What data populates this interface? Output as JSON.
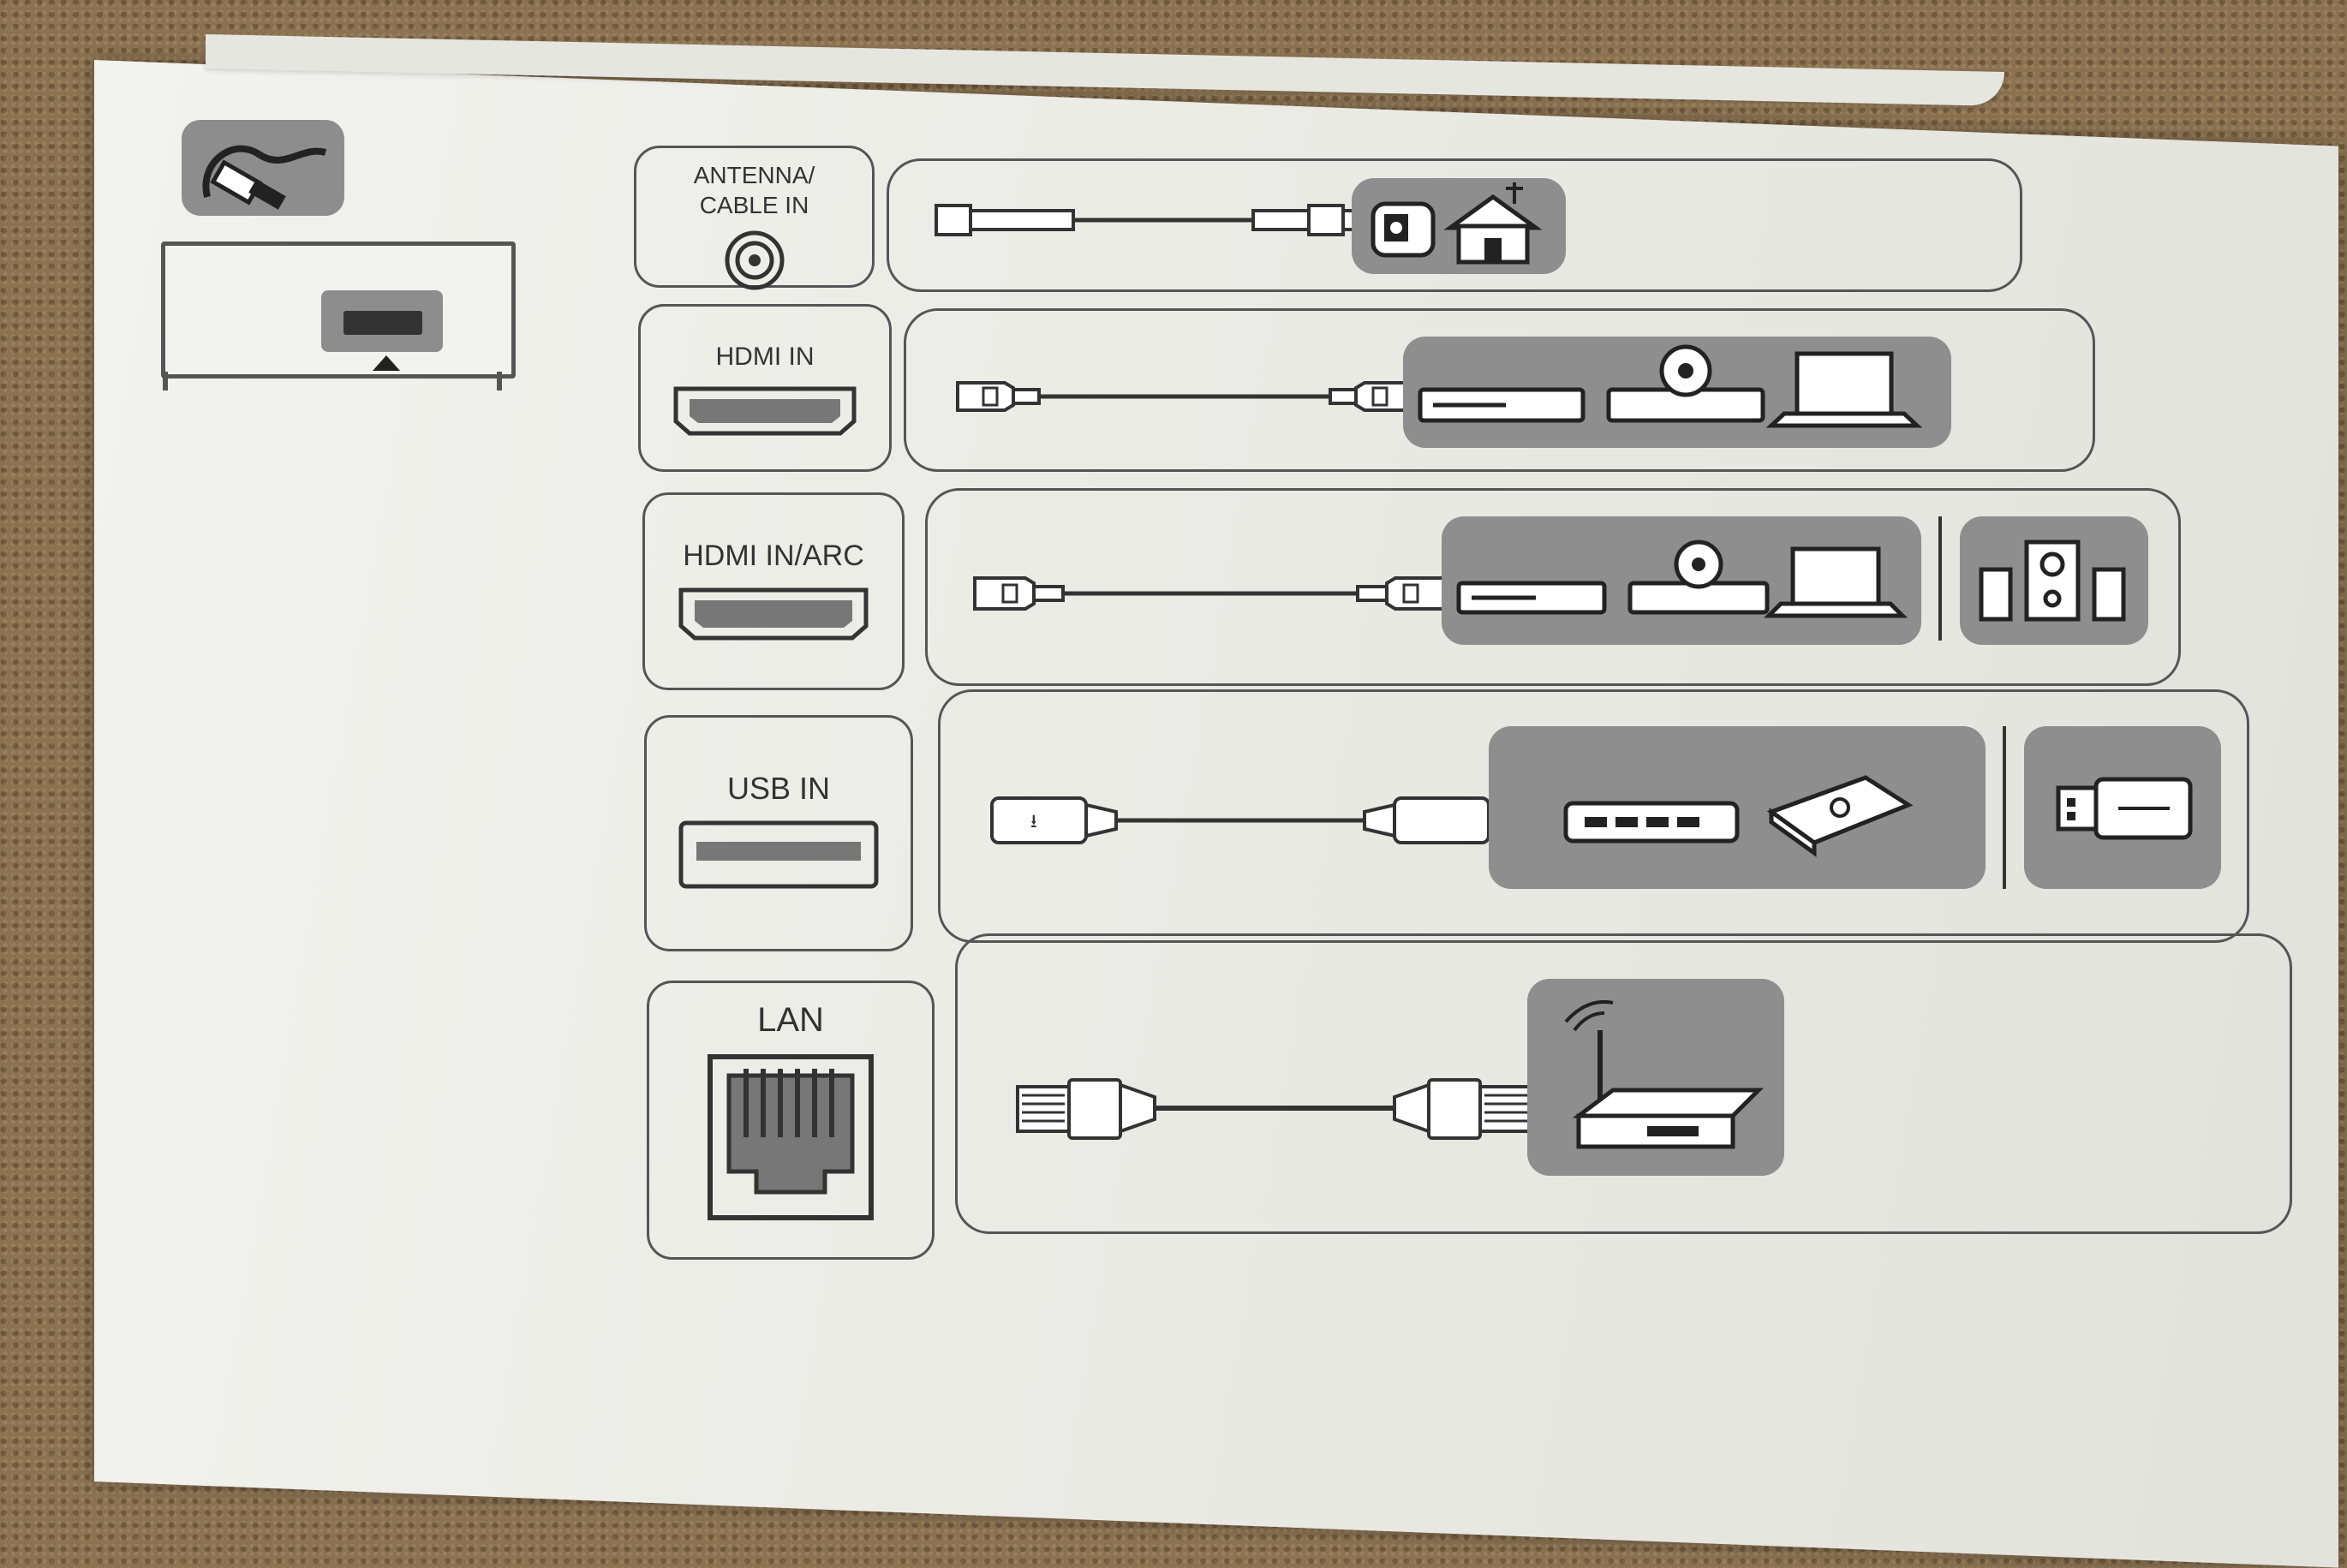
{
  "connections": [
    {
      "id": "antenna",
      "label_lines": [
        "ANTENNA/",
        "CABLE IN"
      ]
    },
    {
      "id": "hdmi",
      "label_lines": [
        "HDMI IN"
      ]
    },
    {
      "id": "hdmi-arc",
      "label_lines": [
        "HDMI IN/ARC"
      ]
    },
    {
      "id": "usb",
      "label_lines": [
        "USB IN"
      ]
    },
    {
      "id": "lan",
      "label_lines": [
        "LAN"
      ]
    }
  ],
  "icons": {
    "header": "cable-connector-icon",
    "tv": "tv-back-panel-icon",
    "antenna_devices": [
      "antenna-wall-outlet-icon",
      "house-antenna-icon"
    ],
    "hdmi_devices": [
      "set-top-box-icon",
      "dvd-player-icon",
      "laptop-icon"
    ],
    "arc_devices": [
      "set-top-box-icon",
      "dvd-player-icon",
      "laptop-icon",
      "speaker-system-icon"
    ],
    "usb_devices": [
      "usb-hub-icon",
      "usb-hard-drive-icon",
      "usb-flash-drive-icon"
    ],
    "lan_devices": [
      "wireless-router-icon"
    ]
  },
  "colors": {
    "ink": "#333333",
    "panel": "#8e8e8e",
    "paper": "#efefea"
  }
}
